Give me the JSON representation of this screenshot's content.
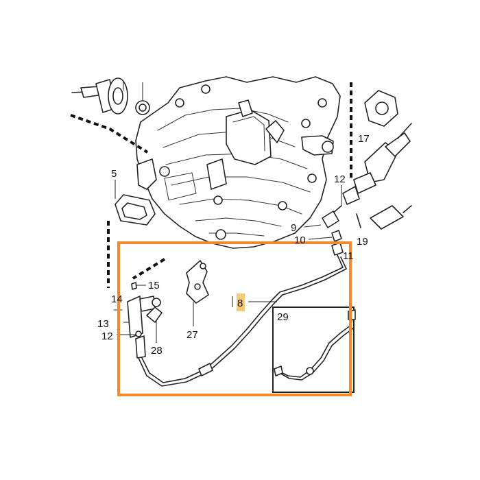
{
  "diagram": {
    "callouts": {
      "c5": "5",
      "c8": "8",
      "c9": "9",
      "c10": "10",
      "c11": "11",
      "c12_top": "12",
      "c12_bottom": "12",
      "c13": "13",
      "c14": "14",
      "c15": "15",
      "c17": "17",
      "c19": "19",
      "c27": "27",
      "c28": "28",
      "c29": "29"
    },
    "highlight_color": "#f08a2c",
    "selected_badge_color": "#f5c97a"
  }
}
